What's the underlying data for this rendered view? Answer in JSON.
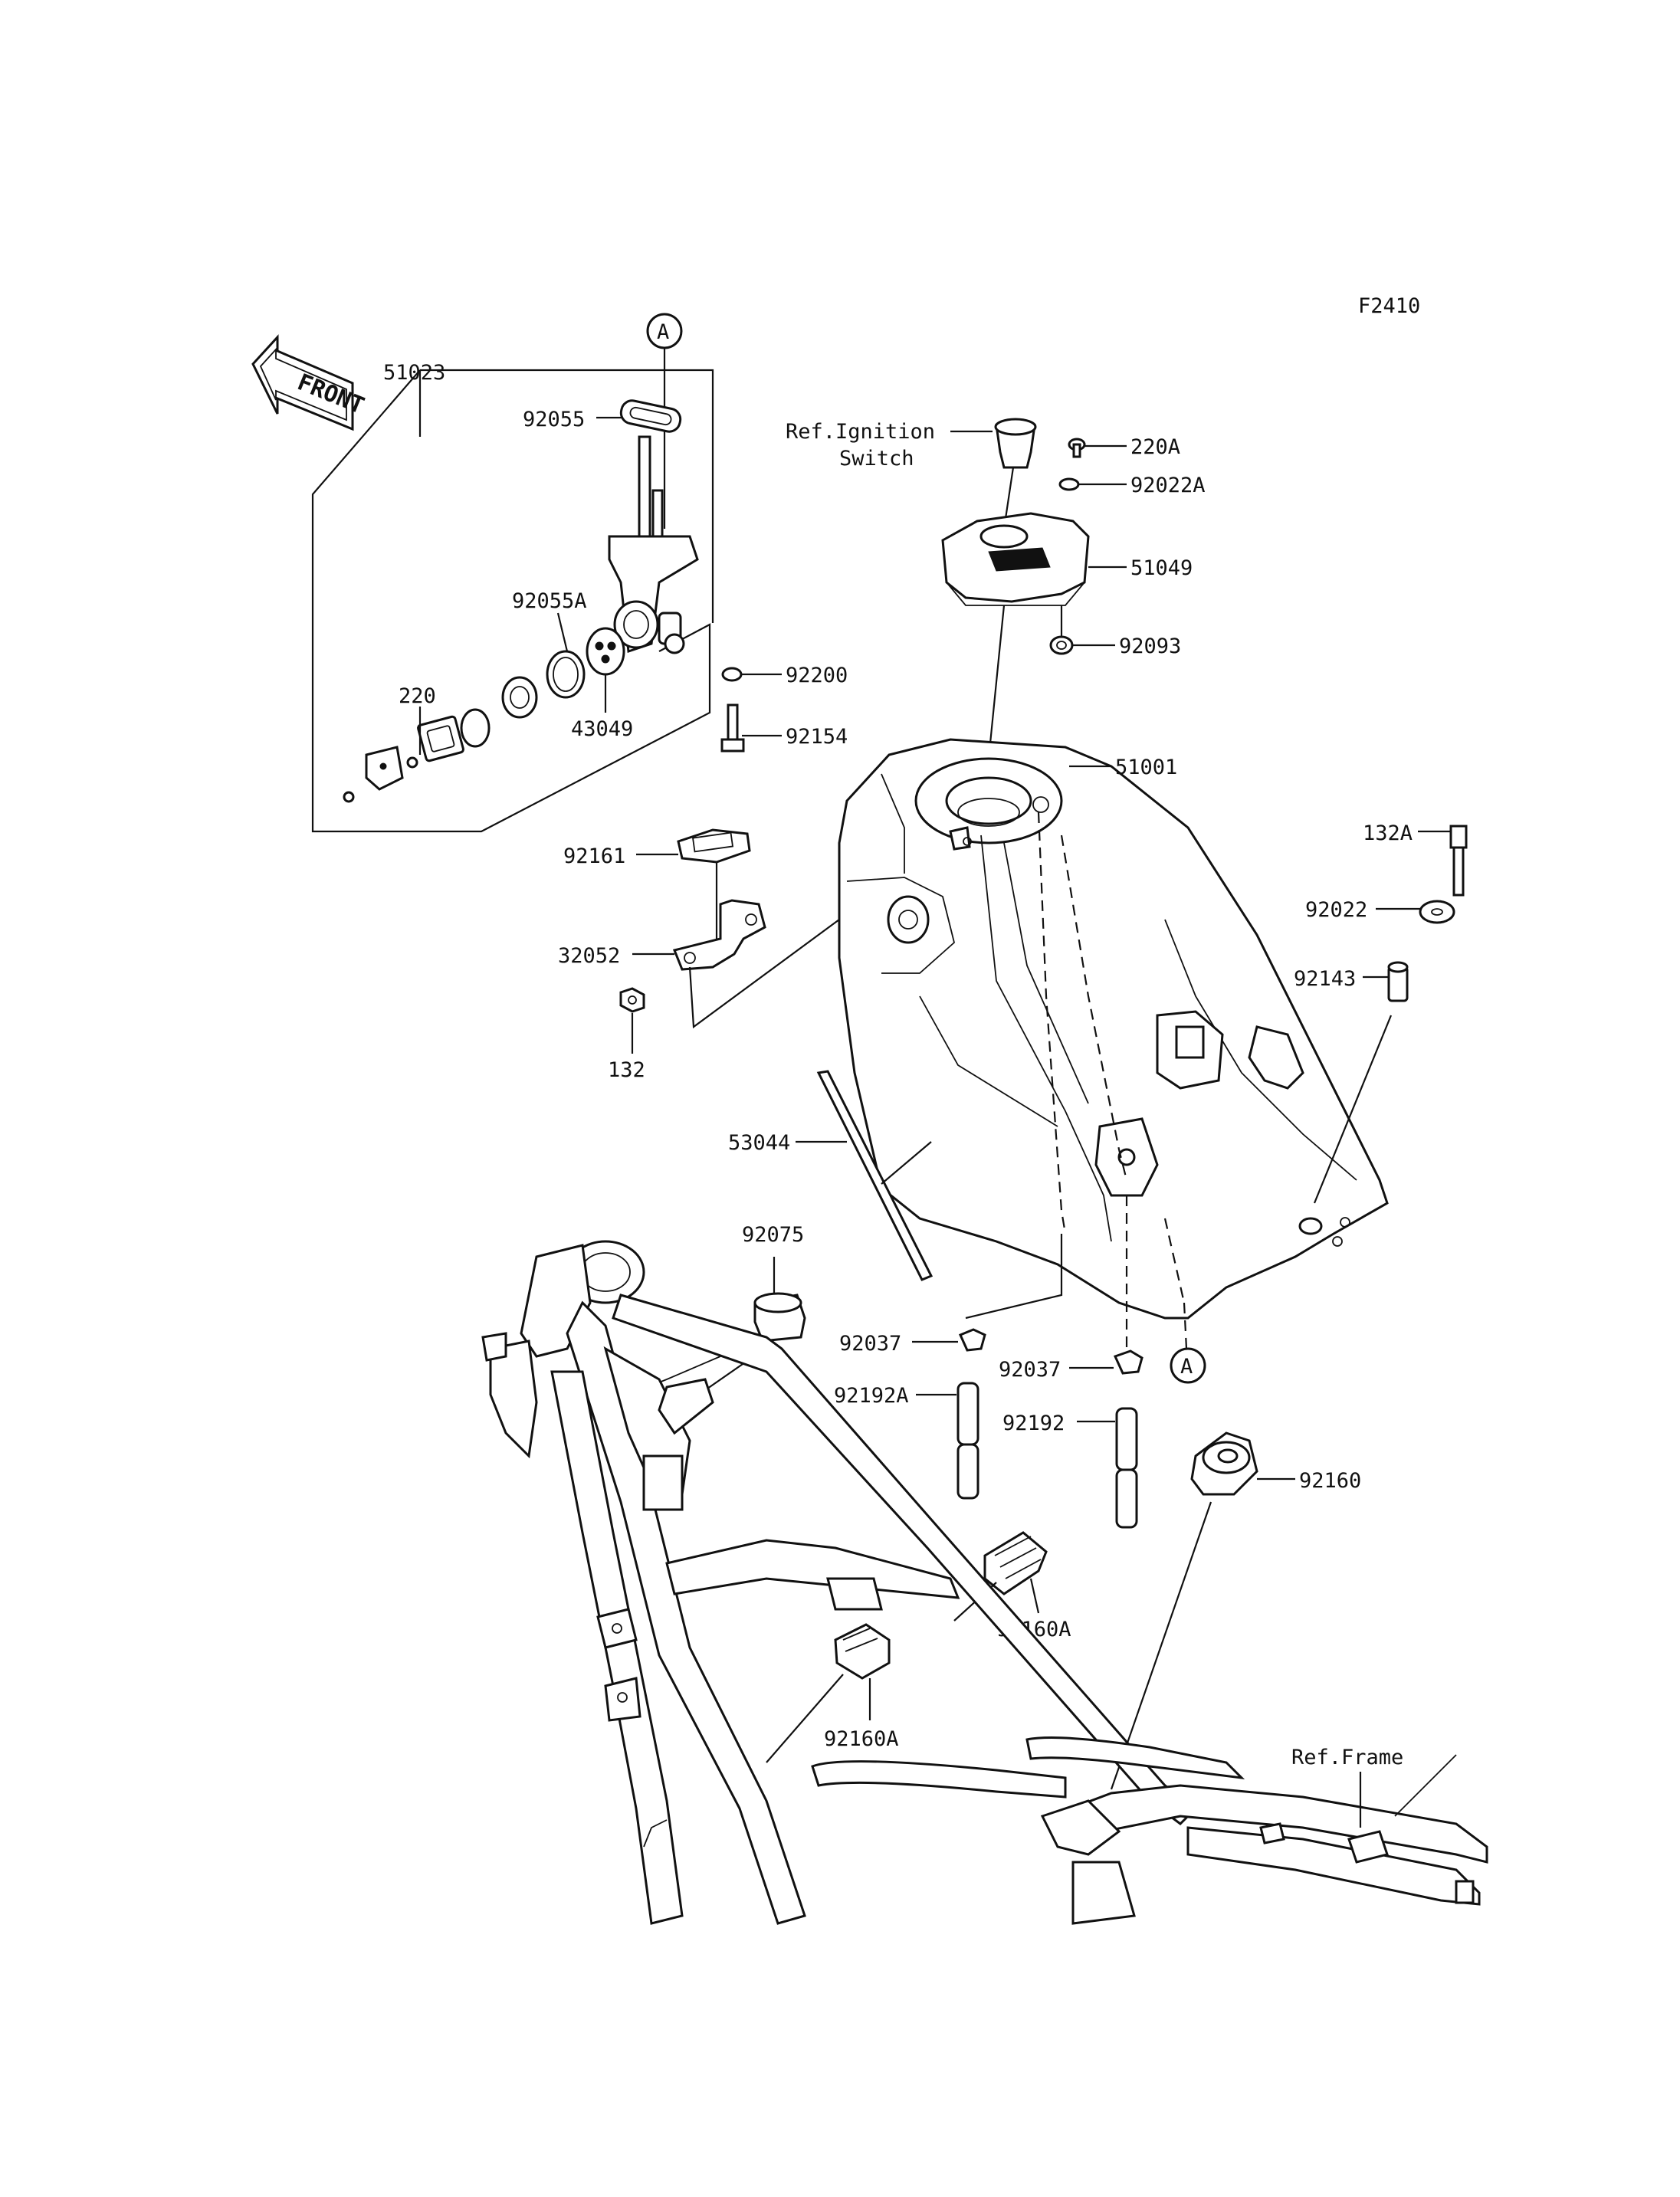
{
  "figure_code": "F2410",
  "front_arrow_label": "FRONT",
  "ref_marker": "A",
  "part_labels": {
    "p51023": "51023",
    "p92055": "92055",
    "p92055A": "92055A",
    "p220": "220",
    "p43049": "43049",
    "p92200": "92200",
    "p92154": "92154",
    "p220A": "220A",
    "p92022A": "92022A",
    "p51049": "51049",
    "p92093": "92093",
    "p51001": "51001",
    "p92161": "92161",
    "p32052": "32052",
    "p132": "132",
    "p132A": "132A",
    "p92022": "92022",
    "p92143": "92143",
    "p53044": "53044",
    "p92075": "92075",
    "p92037_left": "92037",
    "p92037_right": "92037",
    "p92192A": "92192A",
    "p92192": "92192",
    "p92160": "92160",
    "p92160A_upper": "92160A",
    "p92160A_lower": "92160A"
  },
  "references": {
    "ignition_line1": "Ref.Ignition",
    "ignition_line2": "Switch",
    "frame": "Ref.Frame"
  }
}
